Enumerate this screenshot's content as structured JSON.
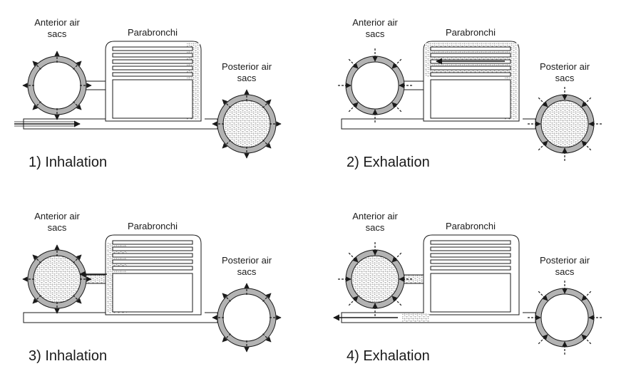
{
  "panels": [
    {
      "caption": "1) Inhalation",
      "anterior_label": [
        "Anterior air",
        "sacs"
      ],
      "parabronchi_label": "Parabronchi",
      "posterior_label": [
        "Posterior air",
        "sacs"
      ],
      "anterior_state": "expanding",
      "posterior_state": "expanding",
      "anterior_filled": false,
      "posterior_filled": true,
      "airflow_arrow": "inflow-trachea"
    },
    {
      "caption": "2) Exhalation",
      "anterior_label": [
        "Anterior air",
        "sacs"
      ],
      "parabronchi_label": "Parabronchi",
      "posterior_label": [
        "Posterior air",
        "sacs"
      ],
      "anterior_state": "contracting",
      "posterior_state": "contracting",
      "anterior_filled": false,
      "posterior_filled": true,
      "airflow_arrow": "through-parabronchi"
    },
    {
      "caption": "3) Inhalation",
      "anterior_label": [
        "Anterior air",
        "sacs"
      ],
      "parabronchi_label": "Parabronchi",
      "posterior_label": [
        "Posterior air",
        "sacs"
      ],
      "anterior_state": "expanding",
      "posterior_state": "expanding",
      "anterior_filled": true,
      "posterior_filled": false,
      "airflow_arrow": "into-anterior"
    },
    {
      "caption": "4) Exhalation",
      "anterior_label": [
        "Anterior air",
        "sacs"
      ],
      "parabronchi_label": "Parabronchi",
      "posterior_label": [
        "Posterior air",
        "sacs"
      ],
      "anterior_state": "contracting",
      "posterior_state": "contracting",
      "anterior_filled": true,
      "posterior_filled": false,
      "airflow_arrow": "outflow-trachea"
    }
  ],
  "colors": {
    "sac_ring": "#b3b3b3",
    "outline": "#1a1a1a",
    "airway_fill": "#ffffff",
    "stipple": "#6e6e6e"
  }
}
